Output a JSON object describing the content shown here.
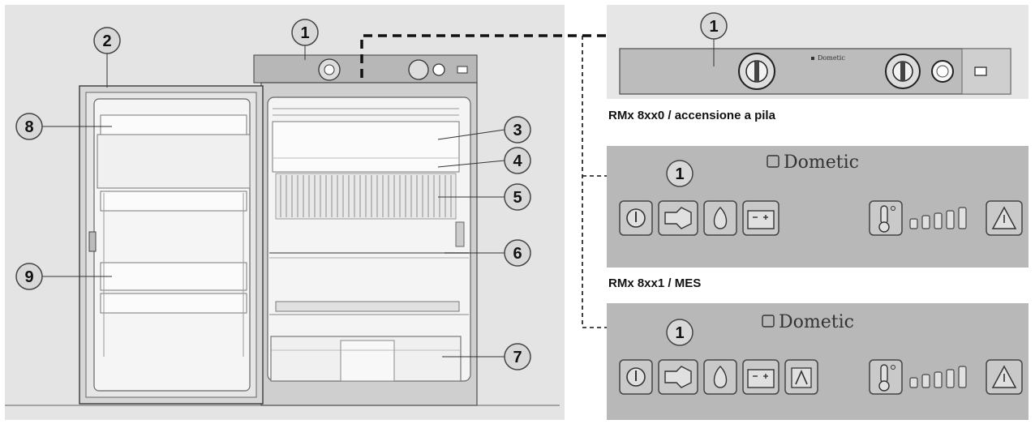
{
  "callouts": {
    "c1": "1",
    "c2": "2",
    "c3": "3",
    "c4": "4",
    "c5": "5",
    "c6": "6",
    "c7": "7",
    "c8": "8",
    "c9": "9",
    "p1": "1",
    "p2": "1",
    "p3": "1"
  },
  "panels": {
    "panel1_caption": "RMx 8xx0 / accensione a pila",
    "panel2_caption": "RMx 8xx1 /  MES",
    "panel1_brand": "Dometic",
    "panel2_brand": "Dometic",
    "panel3_brand": "Dometic"
  },
  "colors": {
    "background": "#e6e6e6",
    "panel_gray": "#b9b9b9",
    "callout_fill": "#d9d9d9"
  }
}
